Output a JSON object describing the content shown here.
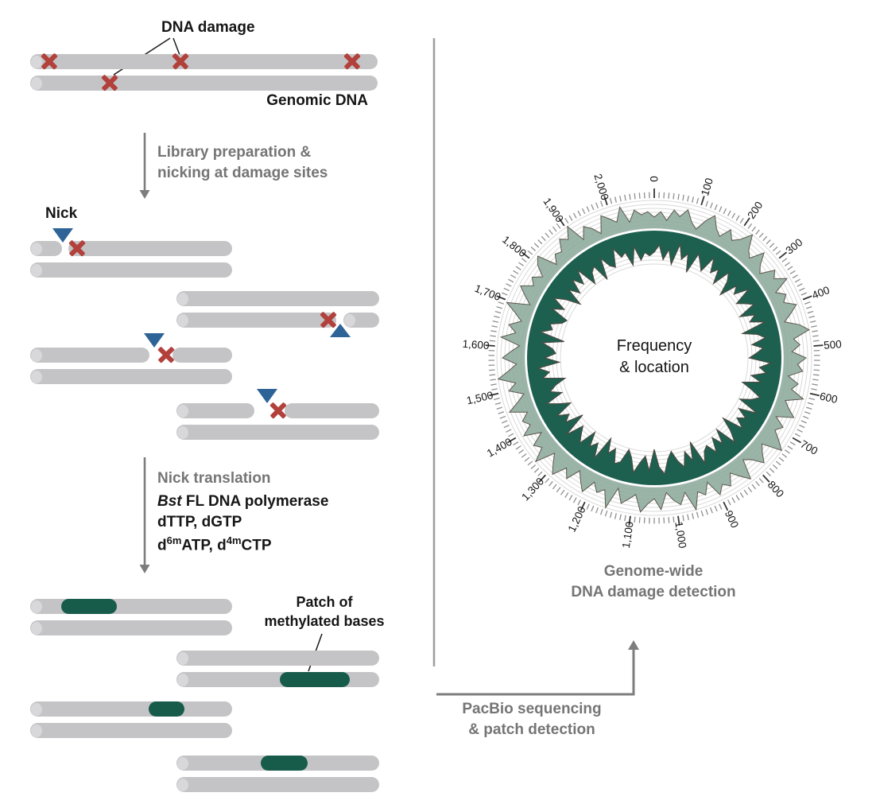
{
  "colors": {
    "strand": "#c4c4c6",
    "strand_cap": "#d8d8da",
    "red": "#b2403b",
    "blue": "#2d6396",
    "patch": "#175c4b",
    "sage": "#8cab9c",
    "teal": "#155a49",
    "grid": "#d9d9d9",
    "outline_sage": "#5d564d",
    "outline_teal": "#4e483f",
    "tick_minor": "#8f8f8f",
    "tick_major": "#333333",
    "axis_label": "#141414",
    "graytext": "#757575",
    "arrow": "#7d7d7d",
    "divider": "#9e9e9e",
    "pointer": "#1a1a1a"
  },
  "labels": {
    "dna_damage": "DNA damage",
    "genomic_dna": "Genomic DNA",
    "nick": "Nick",
    "patch_line1": "Patch of",
    "patch_line2": "methylated bases"
  },
  "steps": {
    "step1": {
      "line1": "Library preparation &",
      "line2": "nicking at damage sites"
    },
    "step2": {
      "title": "Nick translation",
      "enzyme_italic": "Bst",
      "enzyme_rest": " FL DNA polymerase",
      "nucleotides1": "dTTP, dGTP",
      "n2_d1": "d",
      "n2_sup1": "6m",
      "n2_mid": "ATP, d",
      "n2_sup2": "4m",
      "n2_end": "CTP"
    },
    "step3": {
      "line1": "PacBio sequencing",
      "line2": "& patch detection"
    }
  },
  "chart_data": {
    "type": "circular-histogram",
    "description": "Circos-style genome-wide DNA damage frequency plot, two mirrored histogram tracks",
    "center_label": [
      "Frequency",
      "& location"
    ],
    "caption": [
      "Genome-wide",
      "DNA damage detection"
    ],
    "axis": {
      "total": 2100,
      "minor_step": 10,
      "major_step": 100,
      "labels": [
        "0",
        "100",
        "200",
        "300",
        "400",
        "500",
        "600",
        "700",
        "800",
        "900",
        "1,000",
        "1,100",
        "1,200",
        "1,300",
        "1,400",
        "1,500",
        "1,600",
        "1,700",
        "1,800",
        "1,900",
        "2,000"
      ]
    },
    "series": [
      {
        "name": "outer-damage-frequency",
        "direction": "outward",
        "values": [
          4,
          6,
          3,
          7,
          5,
          8,
          4,
          2,
          6,
          9,
          5,
          3,
          7,
          4,
          6,
          10,
          5,
          3,
          8,
          4,
          2,
          7,
          5,
          9,
          3,
          6,
          4,
          8,
          5,
          2,
          7,
          10,
          4,
          6,
          3,
          8,
          5,
          7,
          2,
          6,
          4,
          9,
          3,
          5,
          8,
          2,
          6,
          4,
          7,
          10,
          3,
          5,
          8,
          4,
          2,
          9,
          6,
          3,
          7,
          5,
          8,
          2,
          6,
          4,
          10,
          3,
          7,
          5,
          2,
          8,
          4,
          6,
          9,
          3,
          5,
          7,
          2,
          10,
          4,
          6,
          3,
          8,
          5,
          2,
          7,
          4,
          9,
          6,
          3,
          10,
          5,
          7,
          2,
          8,
          4,
          6,
          3,
          9,
          5,
          2,
          7,
          4,
          10,
          6,
          3,
          8,
          5,
          2,
          9,
          4,
          7,
          3,
          6,
          10,
          2,
          5,
          8,
          4,
          6,
          3,
          7,
          9,
          2,
          5,
          4,
          8,
          6,
          10,
          3,
          7,
          5,
          2,
          8,
          6,
          4,
          9,
          3,
          7,
          5,
          6
        ]
      },
      {
        "name": "inner-damage-frequency",
        "direction": "inward",
        "values": [
          6,
          4,
          8,
          5,
          9,
          3,
          7,
          5,
          10,
          4,
          6,
          8,
          3,
          7,
          5,
          9,
          4,
          6,
          10,
          5,
          7,
          3,
          8,
          6,
          4,
          9,
          5,
          7,
          3,
          10,
          6,
          4,
          8,
          5,
          7,
          9,
          3,
          6,
          4,
          8,
          5,
          10,
          7,
          4,
          6,
          9,
          3,
          8,
          5,
          7,
          4,
          10,
          6,
          3,
          9,
          5,
          8,
          4,
          7,
          6,
          3,
          10,
          5,
          8,
          4,
          6,
          9,
          7,
          3,
          5,
          10,
          4,
          8,
          6,
          3,
          7,
          9,
          5,
          4,
          8,
          6,
          10,
          3,
          7,
          5,
          9,
          4,
          6,
          8,
          3,
          10,
          5,
          7,
          4,
          9,
          6,
          3,
          8,
          5,
          7,
          10,
          4,
          6,
          3,
          9,
          5,
          8,
          7,
          4,
          10,
          3,
          6,
          5,
          8,
          9,
          4,
          7,
          3,
          6,
          10,
          5,
          8,
          4,
          7,
          3,
          9,
          6,
          5,
          10,
          4,
          7,
          8,
          3,
          6,
          5,
          9,
          4,
          8,
          6,
          7
        ]
      }
    ]
  }
}
